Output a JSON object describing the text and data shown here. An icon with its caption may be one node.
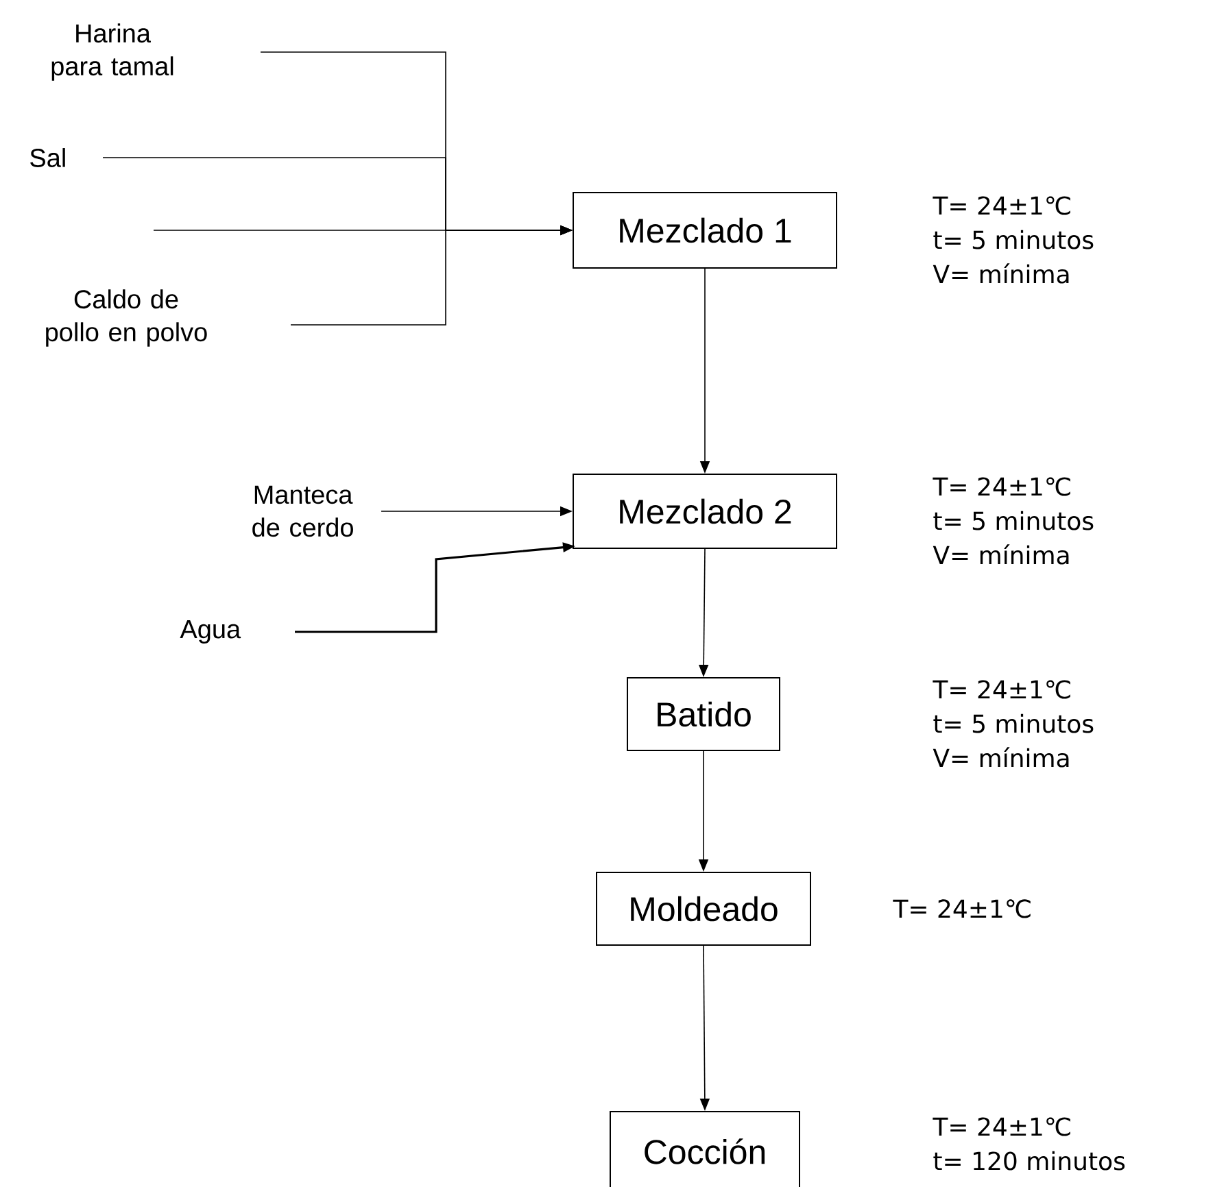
{
  "diagram": {
    "nodes": [
      {
        "text": [
          "Harina para tamal"
        ]
      },
      {
        "text": [
          "Sal"
        ]
      },
      {
        "text": [
          "Caldo de pollo en polvo"
        ]
      },
      {
        "text": [
          "Mezclado 1"
        ],
        "beside": [
          "T= 24±1℃",
          "t= 5 minutos",
          "V= mínima"
        ]
      },
      {
        "text": [
          "Manteca de cerdo"
        ]
      },
      {
        "text": [
          "Agua"
        ]
      },
      {
        "text": [
          "Mezclado 2"
        ],
        "beside": [
          "T= 24±1℃",
          "t= 5 minutos",
          "V= mínima"
        ]
      },
      {
        "text": [
          "Batido"
        ],
        "beside": [
          "T= 24±1℃",
          "t= 5 minutos",
          "V= mínima"
        ]
      },
      {
        "text": [
          "Moldeado"
        ],
        "beside": [
          "T= 24±1℃"
        ]
      },
      {
        "text": [
          "Cocción"
        ],
        "beside": [
          "T= 24±1℃",
          "t= 120 minutos"
        ]
      }
    ],
    "edges": [
      {
        "from": 0,
        "to": 3,
        "arrow": "to"
      },
      {
        "from": 1,
        "to": 3,
        "arrow": "to"
      },
      {
        "from": null,
        "to": 3,
        "arrow": "to"
      },
      {
        "from": 2,
        "to": 3,
        "arrow": "to"
      },
      {
        "from": 3,
        "to": 6,
        "arrow": "to"
      },
      {
        "from": 4,
        "to": 6,
        "arrow": "to"
      },
      {
        "from": 5,
        "to": 6,
        "arrow": "to"
      },
      {
        "from": 6,
        "to": 7,
        "arrow": "to"
      },
      {
        "from": 7,
        "to": 8,
        "arrow": "to"
      },
      {
        "from": 8,
        "to": 9,
        "arrow": "to"
      }
    ]
  }
}
